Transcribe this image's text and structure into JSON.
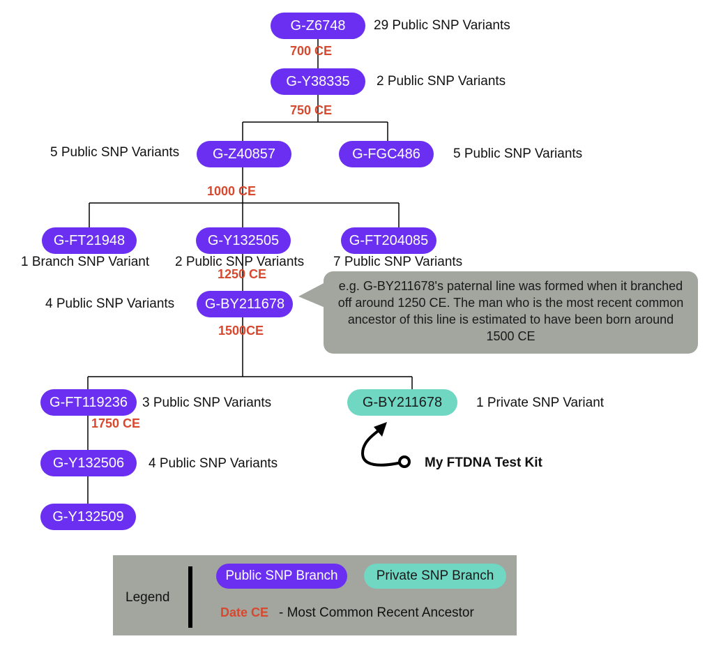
{
  "nodes": {
    "z6748": {
      "name": "G-Z6748",
      "variants": "29 Public SNP Variants",
      "type": "public"
    },
    "y38335": {
      "name": "G-Y38335",
      "variants": "2 Public SNP Variants",
      "type": "public"
    },
    "z40857": {
      "name": "G-Z40857",
      "variants": "5 Public SNP Variants",
      "type": "public"
    },
    "fgc486": {
      "name": "G-FGC486",
      "variants": "5 Public SNP Variants",
      "type": "public"
    },
    "ft21948": {
      "name": "G-FT21948",
      "variants": "1 Branch SNP Variant",
      "type": "public"
    },
    "y132505": {
      "name": "G-Y132505",
      "variants": "2 Public SNP Variants",
      "type": "public"
    },
    "ft204085": {
      "name": "G-FT204085",
      "variants": "7 Public SNP Variants",
      "type": "public"
    },
    "by211678": {
      "name": "G-BY211678",
      "variants": "4 Public SNP Variants",
      "type": "public"
    },
    "ft119236": {
      "name": "G-FT119236",
      "variants": "3 Public SNP Variants",
      "type": "public"
    },
    "by211678_private": {
      "name": "G-BY211678",
      "variants": "1 Private SNP Variant",
      "type": "private"
    },
    "y132506": {
      "name": "G-Y132506",
      "variants": "4 Public SNP Variants",
      "type": "public"
    },
    "y132509": {
      "name": "G-Y132509",
      "type": "public"
    }
  },
  "dates": {
    "d700": "700 CE",
    "d750": "750 CE",
    "d1000": "1000 CE",
    "d1250": "1250 CE",
    "d1500": "1500CE",
    "d1750": "1750 CE"
  },
  "callout": {
    "text": "e.g. G-BY211678's paternal line was formed when it branched off around 1250 CE. The man who is the most recent common ancestor of this line is estimated to have been born around 1500 CE"
  },
  "annotation": {
    "kit_label": "My FTDNA Test Kit"
  },
  "legend": {
    "title": "Legend",
    "public_label": "Public SNP Branch",
    "private_label": "Private SNP Branch",
    "date_label": "Date CE",
    "date_description": "- Most Common Recent Ancestor"
  },
  "colors": {
    "public": "#6a2ff0",
    "private": "#6fd7c2",
    "date": "#d6492f",
    "callout_bg": "#a3a59f"
  }
}
